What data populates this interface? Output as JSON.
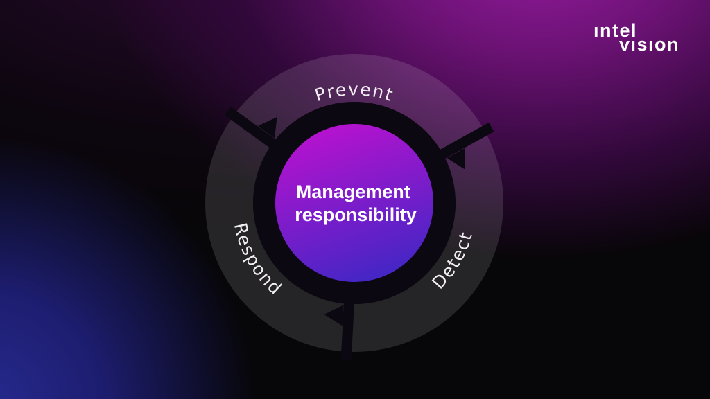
{
  "brand": {
    "line1": "ıntel",
    "line2": "vısıon"
  },
  "diagram": {
    "type": "cycle",
    "flow_direction": "clockwise",
    "center_label": {
      "line1": "Management",
      "line2": "responsibility"
    },
    "segments": [
      {
        "label": "Prevent",
        "position": "top"
      },
      {
        "label": "Detect",
        "position": "bottom-right"
      },
      {
        "label": "Respond",
        "position": "bottom-left"
      }
    ]
  },
  "colors": {
    "background_base": "#070608",
    "background_top_glow": "#8a1794",
    "background_bottom_glow": "#23277f",
    "ring_fill": "rgba(255,255,255,0.12)",
    "gap_black": "#0c0812",
    "center_gradient_top": "#b912cf",
    "center_gradient_bottom": "#4326c5",
    "label_text": "#f3eef3",
    "center_text": "#ffffff",
    "logo_text": "#ffffff"
  }
}
